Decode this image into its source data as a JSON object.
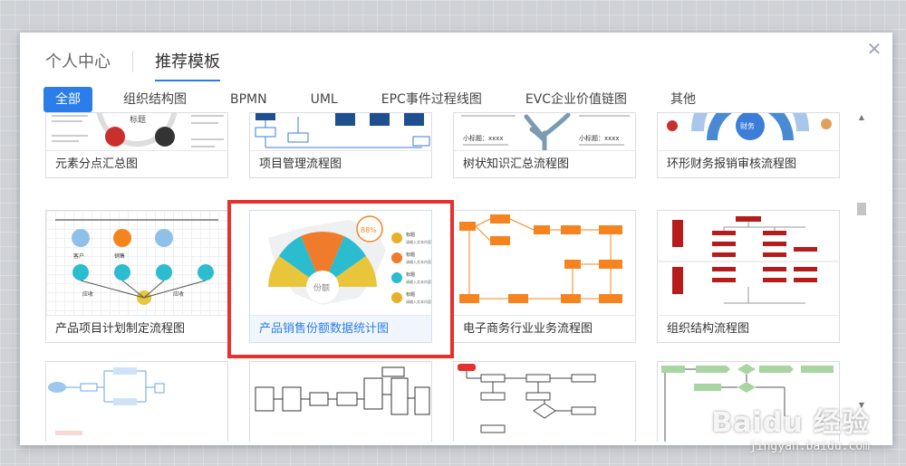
{
  "header": {
    "tab_personal": "个人中心",
    "tab_recommended": "推荐模板"
  },
  "filters": [
    "全部",
    "组织结构图",
    "BPMN",
    "UML",
    "EPC事件过程线图",
    "EVC企业价值链图",
    "其他"
  ],
  "cards": [
    "元素分点汇总图",
    "项目管理流程图",
    "树状知识汇总流程图",
    "环形财务报销审核流程图",
    "产品项目计划制定流程图",
    "产品销售份额数据统计图",
    "电子商务行业业务流程图",
    "组织结构流程图"
  ],
  "thumb_text": {
    "biaoti": "标题",
    "fene": "份额",
    "pct": "88%",
    "biaoti_small": "标题",
    "sub_small": "请输入文本内容",
    "xiaobiaoti": "小标题：xxxx",
    "caiwu": "财务",
    "kehu": "客户",
    "xiaoshou": "销售",
    "yingshou": "应收"
  },
  "watermark": {
    "brand": "Baidu 经验",
    "url": "jingyan.baidu.com"
  },
  "colors": {
    "accent": "#2b7de9",
    "highlight": "#e6312d",
    "orange": "#f5841f",
    "teal": "#2bbcd0",
    "yellow": "#e8c53a",
    "red_dark": "#b71c1c"
  }
}
